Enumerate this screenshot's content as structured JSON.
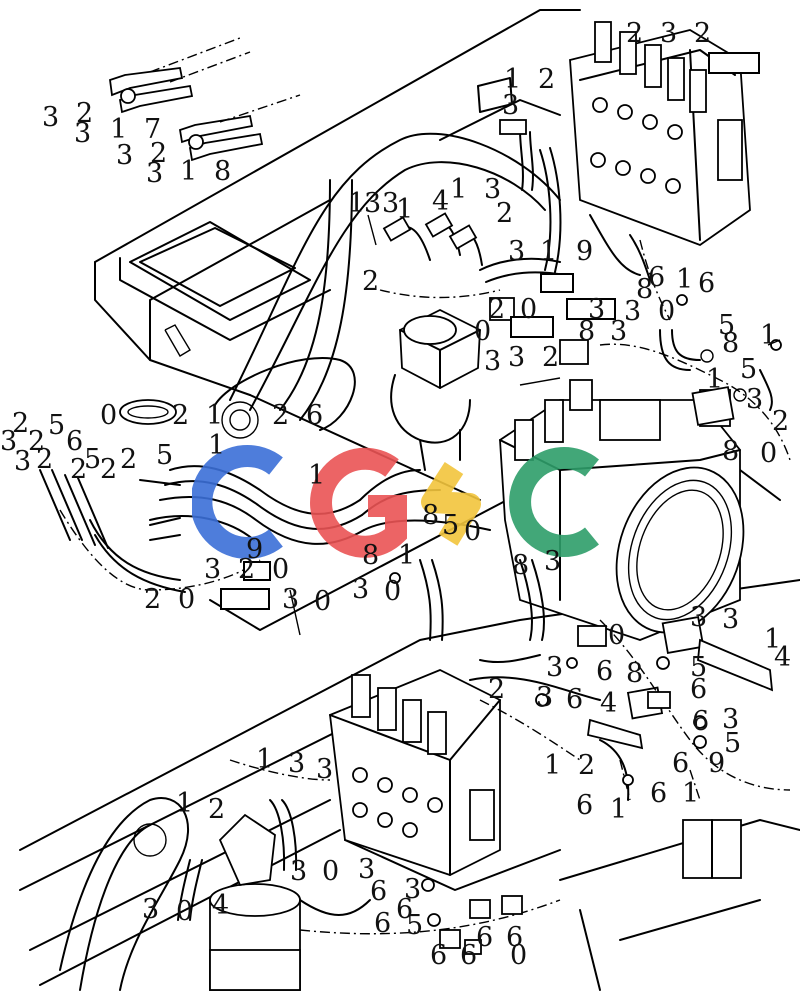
{
  "labels": {
    "l01": "3",
    "l02": "2",
    "l03": "2",
    "l04": "1",
    "l05": "2",
    "l06": "3",
    "l07": "3",
    "l08": "2",
    "l09": "3",
    "l10": "1",
    "l11": "7",
    "l12": "3",
    "l13": "2",
    "l14": "3",
    "l15": "1",
    "l16": "8",
    "l17": "1",
    "l18": "3",
    "l19": "3",
    "l20": "4",
    "l21": "1",
    "l22": "3",
    "l23": "1",
    "l24": "2",
    "l25": "3",
    "l26": "1",
    "l27": "9",
    "l28": "2",
    "l29": "0",
    "l30": "3",
    "l31": "8",
    "l32": "6",
    "l33": "1",
    "l34": "6",
    "l35": "2",
    "l36": "0",
    "l37": "3",
    "l38": "8",
    "l39": "3",
    "l40": "3",
    "l41": "2",
    "l42": "0",
    "l43": "5",
    "l44": "8",
    "l45": "1",
    "l46": "1",
    "l47": "5",
    "l48": "3",
    "l49": "2",
    "l50": "2",
    "l51": "0",
    "l52": "2",
    "l53": "1",
    "l54": "2",
    "l55": "6",
    "l56": "3",
    "l57": "2",
    "l58": "5",
    "l59": "2",
    "l60": "6",
    "l61": "2",
    "l62": "2",
    "l63": "3",
    "l64": "5",
    "l65": "5",
    "l66": "2",
    "l67": "1",
    "l68": "1",
    "l69": "3",
    "l70": "8",
    "l71": "0",
    "l72": "8",
    "l73": "0",
    "l74": "9",
    "l75": "3",
    "l76": "2",
    "l77": "0",
    "l78": "3",
    "l79": "0",
    "l80": "2",
    "l81": "0",
    "l82": "3",
    "l83": "0",
    "l84": "8",
    "l85": "1",
    "l86": "5",
    "l87": "8",
    "l88": "3",
    "l89": "3",
    "l90": "0",
    "l91": "3",
    "l92": "1",
    "l93": "4",
    "l94": "6",
    "l95": "8",
    "l96": "5",
    "l97": "6",
    "l98": "6",
    "l99": "3",
    "l100": "5",
    "l101": "3",
    "l102": "2",
    "l103": "3",
    "l104": "6",
    "l105": "4",
    "l106": "6",
    "l107": "9",
    "l108": "3",
    "l109": "1",
    "l110": "2",
    "l111": "6",
    "l112": "1",
    "l113": "6",
    "l114": "1",
    "l115": "1",
    "l116": "3",
    "l117": "1",
    "l118": "2",
    "l119": "3",
    "l120": "0",
    "l121": "3",
    "l122": "6",
    "l123": "3",
    "l124": "0",
    "l125": "4",
    "l126": "3",
    "l127": "6",
    "l128": "6",
    "l129": "5",
    "l130": "6",
    "l131": "6",
    "l132": "0",
    "l133": "6",
    "l134": "6"
  },
  "colors": {
    "logo_c1": "#3b6fd8",
    "logo_g": "#ea5455",
    "logo_s": "#f2c53d",
    "logo_c2": "#2e9e6a",
    "ink": "#000000",
    "paper": "#ffffff"
  }
}
